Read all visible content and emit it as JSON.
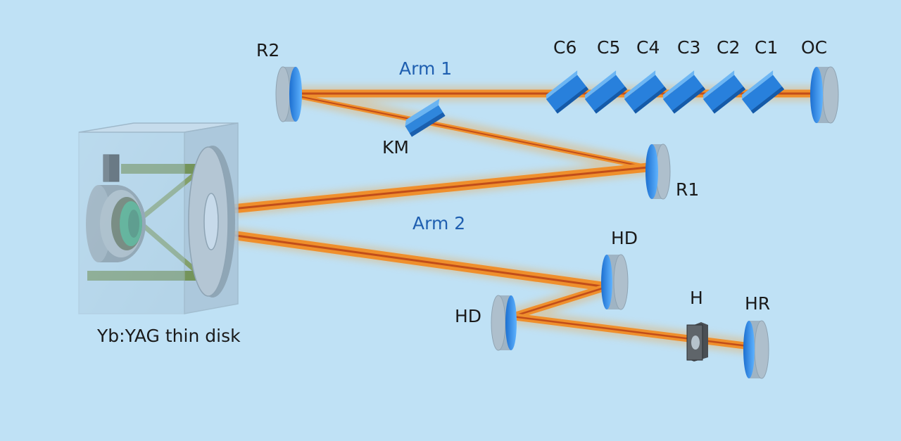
{
  "labels": {
    "r2": "R2",
    "r1": "R1",
    "oc": "OC",
    "km": "KM",
    "c6": "C6",
    "c5": "C5",
    "c4": "C4",
    "c3": "C3",
    "c2": "C2",
    "c1": "C1",
    "arm1": "Arm 1",
    "arm2": "Arm 2",
    "hd_upper": "HD",
    "hd_lower": "HD",
    "h": "H",
    "hr": "HR",
    "disk": "Yb:YAG thin disk"
  },
  "colors": {
    "background": "#bfe1f5",
    "beam_outer": "#f59a2a",
    "beam_core": "#c8541c",
    "mirror_body": "#9fb4c4",
    "mirror_face": "#2f8ee0",
    "chirped_mirror": "#2480dc",
    "pump_green": "#6f8f4e",
    "disk_green": "#2aa36a",
    "arm_label": "#1f5fb0"
  }
}
